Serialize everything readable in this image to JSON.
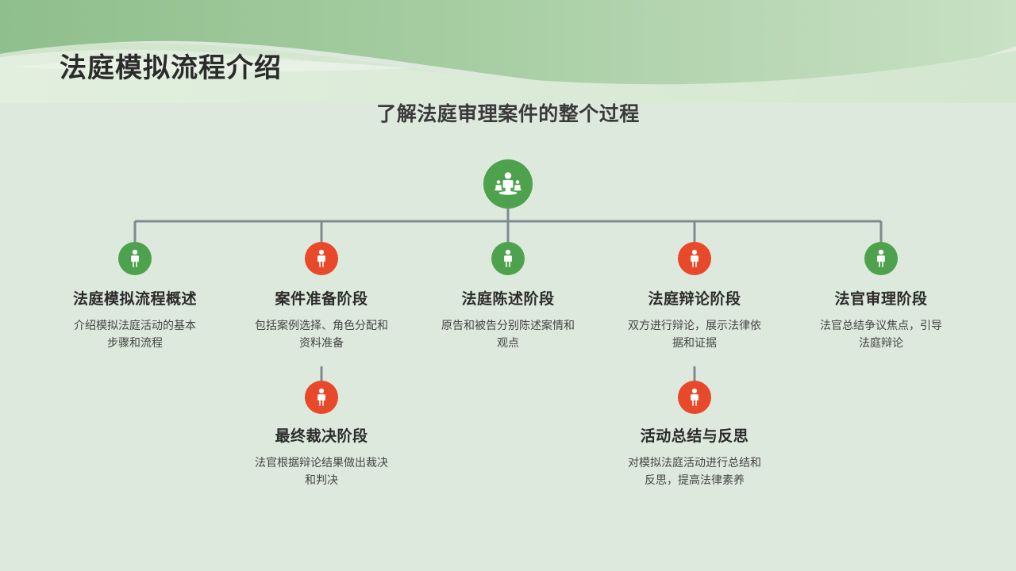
{
  "header": {
    "title": "法庭模拟流程介绍",
    "subtitle": "了解法庭审理案件的整个过程"
  },
  "colors": {
    "background": "#dde9dd",
    "wave_dark": "#9cc59a",
    "wave_mid": "#bfdcbb",
    "wave_light": "#d5e7d2",
    "green_node": "#4ea24d",
    "orange_node": "#e8492b",
    "connector": "#7d8a90",
    "title_text": "#2b2b2b",
    "desc_text": "#454545"
  },
  "diagram": {
    "root": {
      "icon": "presenter-group-icon",
      "color": "#4ea24d"
    },
    "nodes": [
      {
        "title": "法庭模拟流程概述",
        "desc": "介绍模拟法庭活动的基本\n步骤和流程",
        "icon": "person-icon",
        "color": "#4ea24d",
        "row": 1
      },
      {
        "title": "案件准备阶段",
        "desc": "包括案例选择、角色分配和\n资料准备",
        "icon": "person-icon",
        "color": "#e8492b",
        "row": 1
      },
      {
        "title": "法庭陈述阶段",
        "desc": "原告和被告分别陈述案情和\n观点",
        "icon": "person-icon",
        "color": "#4ea24d",
        "row": 1
      },
      {
        "title": "法庭辩论阶段",
        "desc": "双方进行辩论，展示法律依\n据和证据",
        "icon": "person-icon",
        "color": "#e8492b",
        "row": 1
      },
      {
        "title": "法官审理阶段",
        "desc": "法官总结争议焦点，引导\n法庭辩论",
        "icon": "person-icon",
        "color": "#4ea24d",
        "row": 1
      },
      {
        "title": "最终裁决阶段",
        "desc": "法官根据辩论结果做出裁决\n和判决",
        "icon": "person-icon",
        "color": "#e8492b",
        "row": 2
      },
      {
        "title": "活动总结与反思",
        "desc": "对模拟法庭活动进行总结和\n反思，提高法律素养",
        "icon": "person-icon",
        "color": "#e8492b",
        "row": 2
      }
    ]
  }
}
